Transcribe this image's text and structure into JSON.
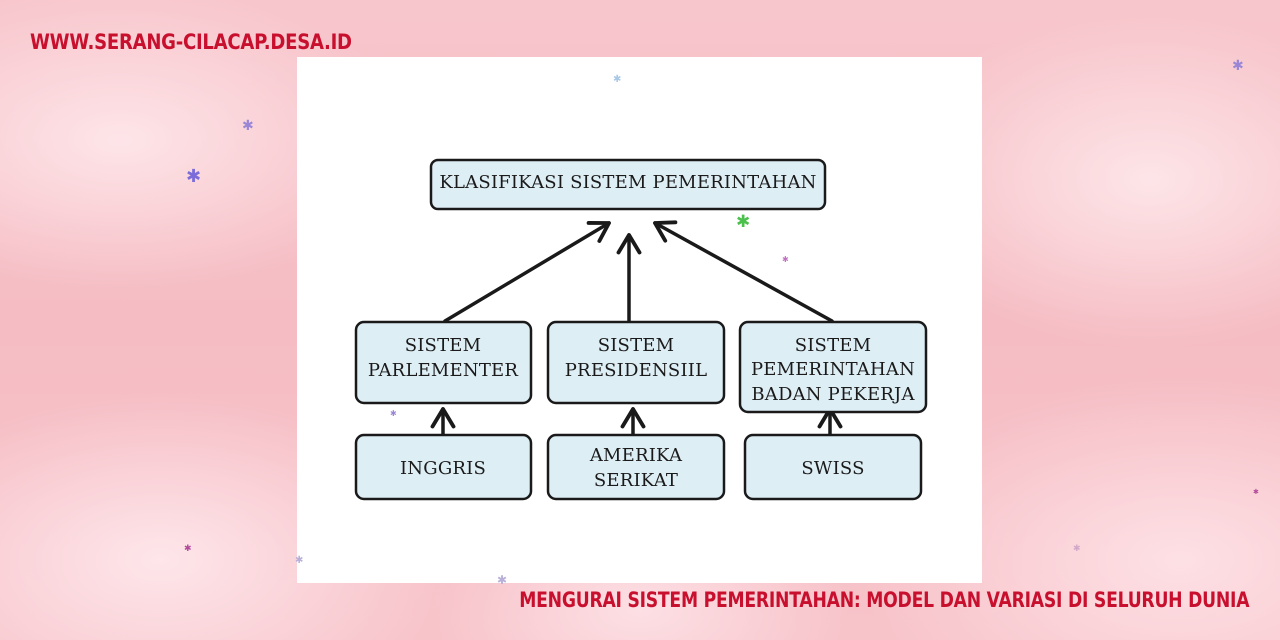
{
  "site": {
    "url": "WWW.SERANG-CILACAP.DESA.ID"
  },
  "headline": "MENGURAI SISTEM PEMERINTAHAN: MODEL DAN VARIASI DI SELURUH DUNIA",
  "diagram": {
    "root": {
      "lines": [
        "KLASIFIKASI SISTEM PEMERINTAHAN"
      ]
    },
    "systems": [
      {
        "lines": [
          "SISTEM",
          "PARLEMENTER"
        ]
      },
      {
        "lines": [
          "SISTEM",
          "PRESIDENSIIL"
        ]
      },
      {
        "lines": [
          "SISTEM",
          "PEMERINTAHAN",
          "BADAN PEKERJA"
        ]
      }
    ],
    "examples": [
      {
        "lines": [
          "INGGRIS"
        ]
      },
      {
        "lines": [
          "AMERIKA",
          "SERIKAT"
        ]
      },
      {
        "lines": [
          "SWISS"
        ]
      }
    ]
  },
  "colors": {
    "accent_text": "#c8102e",
    "node_fill": "#deeef5",
    "stroke": "#1a1a1a",
    "background": "#f5bcc3"
  }
}
